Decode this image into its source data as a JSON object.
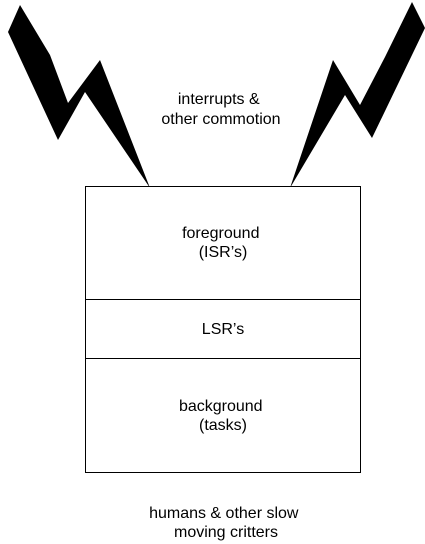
{
  "diagram": {
    "top_label": [
      "interrupts &",
      "other commotion"
    ],
    "layers": [
      {
        "lines": [
          "foreground",
          "(ISR’s)"
        ]
      },
      {
        "lines": [
          "LSR’s"
        ]
      },
      {
        "lines": [
          "background",
          "(tasks)"
        ]
      }
    ],
    "bottom_label": [
      "humans & other slow",
      "moving critters"
    ]
  },
  "colors": {
    "stroke": "#000000",
    "fill": "#ffffff",
    "bolt": "#000000"
  }
}
